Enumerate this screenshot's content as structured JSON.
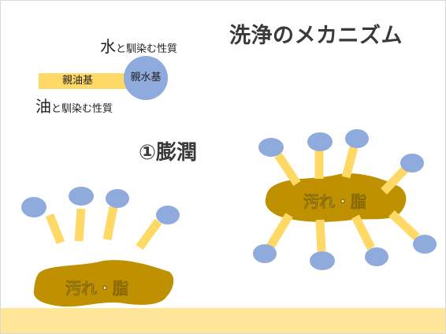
{
  "title": "洗浄のメカニズム",
  "step": "①膨潤",
  "legend": {
    "water_char": "水",
    "water_rest": "と馴染む性質",
    "oil_char": "油",
    "oil_rest": "と馴染む性質",
    "lipophilic": "親油基",
    "hydrophilic": "親水基"
  },
  "blobs": {
    "left_label": "汚れ・脂",
    "right_label": "汚れ・脂"
  },
  "colors": {
    "dirt": "#bf9000",
    "stick": "#ffd966",
    "head": "#8faadc",
    "floor": "#ffe699"
  }
}
